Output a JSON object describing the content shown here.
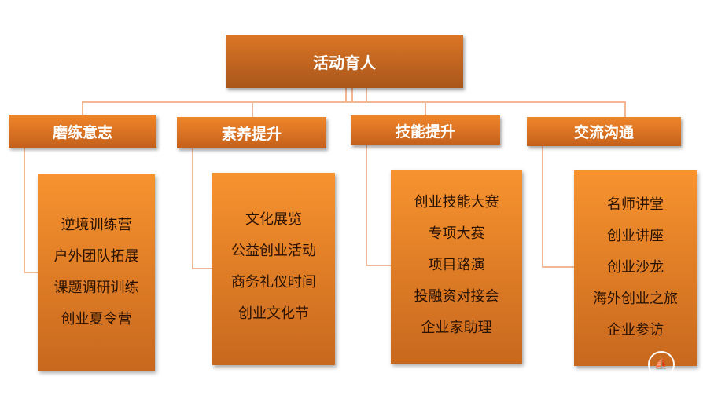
{
  "root": "活动育人",
  "categories": [
    {
      "title": "磨练意志",
      "items": [
        "逆境训练营",
        "户外团队拓展",
        "课题调研训练",
        "创业夏令营"
      ]
    },
    {
      "title": "素养提升",
      "items": [
        "文化展览",
        "公益创业活动",
        "商务礼仪时间",
        "创业文化节"
      ]
    },
    {
      "title": "技能提升",
      "items": [
        "创业技能大赛",
        "专项大赛",
        "项目路演",
        "投融资对接会",
        "企业家助理"
      ]
    },
    {
      "title": "交流沟通",
      "items": [
        "名师讲堂",
        "创业讲座",
        "创业沙龙",
        "海外创业之旅",
        "企业参访"
      ]
    }
  ]
}
